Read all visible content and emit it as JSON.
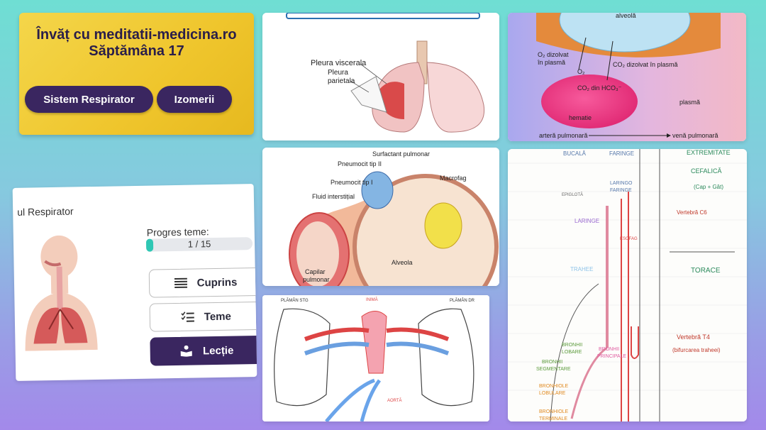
{
  "hero": {
    "title_line1": "Învăț cu meditatii-medicina.ro",
    "title_line2": "Săptămâna 17",
    "buttons": [
      "Sistem Respirator",
      "Izomerii"
    ]
  },
  "course": {
    "title": "ul Respirator",
    "progress_label": "Progres teme:",
    "progress_text": "1 / 15",
    "progress_value": 0.067,
    "menu": [
      {
        "label": "Cuprins",
        "icon": "list-icon"
      },
      {
        "label": "Teme",
        "icon": "checklist-icon"
      },
      {
        "label": "Lecție",
        "icon": "book-reader-icon"
      }
    ]
  },
  "img_pleura": {
    "label_visceral": "Pleura viscerala",
    "label_parietal_1": "Pleura",
    "label_parietal_2": "parietala"
  },
  "img_alveola": {
    "label_alveola": "alveolă",
    "label_o2_1": "O₂ dizolvat",
    "label_o2_2": "în plasmă",
    "label_o2": "O₂",
    "label_co2_plasma": "CO₂ dizolvat în plasmă",
    "label_co2_hco3": "CO₂ din HCO₃⁻",
    "label_hematie": "hematie",
    "label_plasma": "plasmă",
    "label_artera": "arteră pulmonară",
    "label_vena": "venă pulmonară"
  },
  "img_pneumo": {
    "label_surfactant": "Surfactant pulmonar",
    "label_p2": "Pneumocit tip II",
    "label_p1": "Pneumocit tip I",
    "label_macrofag": "Macrofag",
    "label_fluid": "Fluid interstițial",
    "label_alveola": "Alveola",
    "label_capilar_1": "Capilar",
    "label_capilar_2": "pulmonar"
  },
  "img_schema": {
    "label_bucala": "BUCALĂ",
    "label_faringe": "FARINGE",
    "label_extremitate_1": "EXTREMITATE",
    "label_extremitate_2": "CEFALICĂ",
    "label_cap_gat": "(Cap + Gât)",
    "label_laringo_1": "LARINGO",
    "label_laringo_2": "FARINGE",
    "label_epiglota": "EPIGLOTĂ",
    "label_laringe": "LARINGE",
    "label_trahee": "TRAHEE",
    "label_vertebra_c": "Vertebră C6",
    "label_torace": "TORACE",
    "label_vertebra_t4_1": "Vertebră T4",
    "label_vertebra_t4_2": "(bifurcarea traheei)",
    "label_bronhii_lobare_1": "BRONHII",
    "label_bronhii_lobare_2": "LOBARE",
    "label_bronhii_principale_1": "BRONHII",
    "label_bronhii_principale_2": "PRINCIPALE",
    "label_bronhii_segmentare_1": "BRONHII",
    "label_bronhii_segmentare_2": "SEGMENTARE",
    "label_bronhiole_lobulare_1": "BRONHIOLE",
    "label_bronhiole_lobulare_2": "LOBULARE",
    "label_bronhiole_terminale_1": "BRONHIOLE",
    "label_bronhiole_terminale_2": "TERMINALE",
    "label_esofag": "ESOFAG"
  },
  "img_circ": {
    "label_plaman_stg": "PLĂMÂN STG",
    "label_plaman_dr": "PLĂMÂN DR",
    "label_inima": "INIMĂ",
    "label_aorta": "AORTĂ"
  },
  "colors": {
    "accent_dark": "#3a2660",
    "hero_yellow": "#f0c832",
    "progress_teal": "#2fc7b4"
  }
}
